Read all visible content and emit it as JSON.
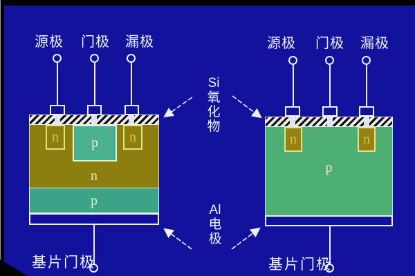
{
  "page": {
    "description_colors": {
      "background": "#12129d",
      "oxide_hatch": "#e9e9e9",
      "olive_n_body": "#8c7f10",
      "teal_p": "#3ba487",
      "green_p_body": "#4daf74",
      "n_well_gold": "#968114",
      "metal_layer": "#10109b",
      "line_white": "#f0f0f0",
      "n_letter_gold": "#d9c445",
      "p_letter_pale": "#e9eec6"
    }
  },
  "left_device": {
    "terminals": [
      {
        "label": "源极"
      },
      {
        "label": "门极"
      },
      {
        "label": "漏极"
      }
    ],
    "regions": {
      "source_well": "n",
      "channel_well": "p",
      "drain_well": "n",
      "body": "n",
      "substrate_layer": "p"
    },
    "substrate_terminal": "基片门极"
  },
  "right_device": {
    "terminals": [
      {
        "label": "源极"
      },
      {
        "label": "门极"
      },
      {
        "label": "漏极"
      }
    ],
    "regions": {
      "source_well": "n",
      "drain_well": "n",
      "body": "p"
    },
    "substrate_terminal": "基片门极"
  },
  "annotations": {
    "oxide": {
      "lines": [
        "Si",
        "氧",
        "化",
        "物"
      ]
    },
    "electrode": {
      "lines": [
        "Al",
        "电",
        "极"
      ]
    }
  }
}
